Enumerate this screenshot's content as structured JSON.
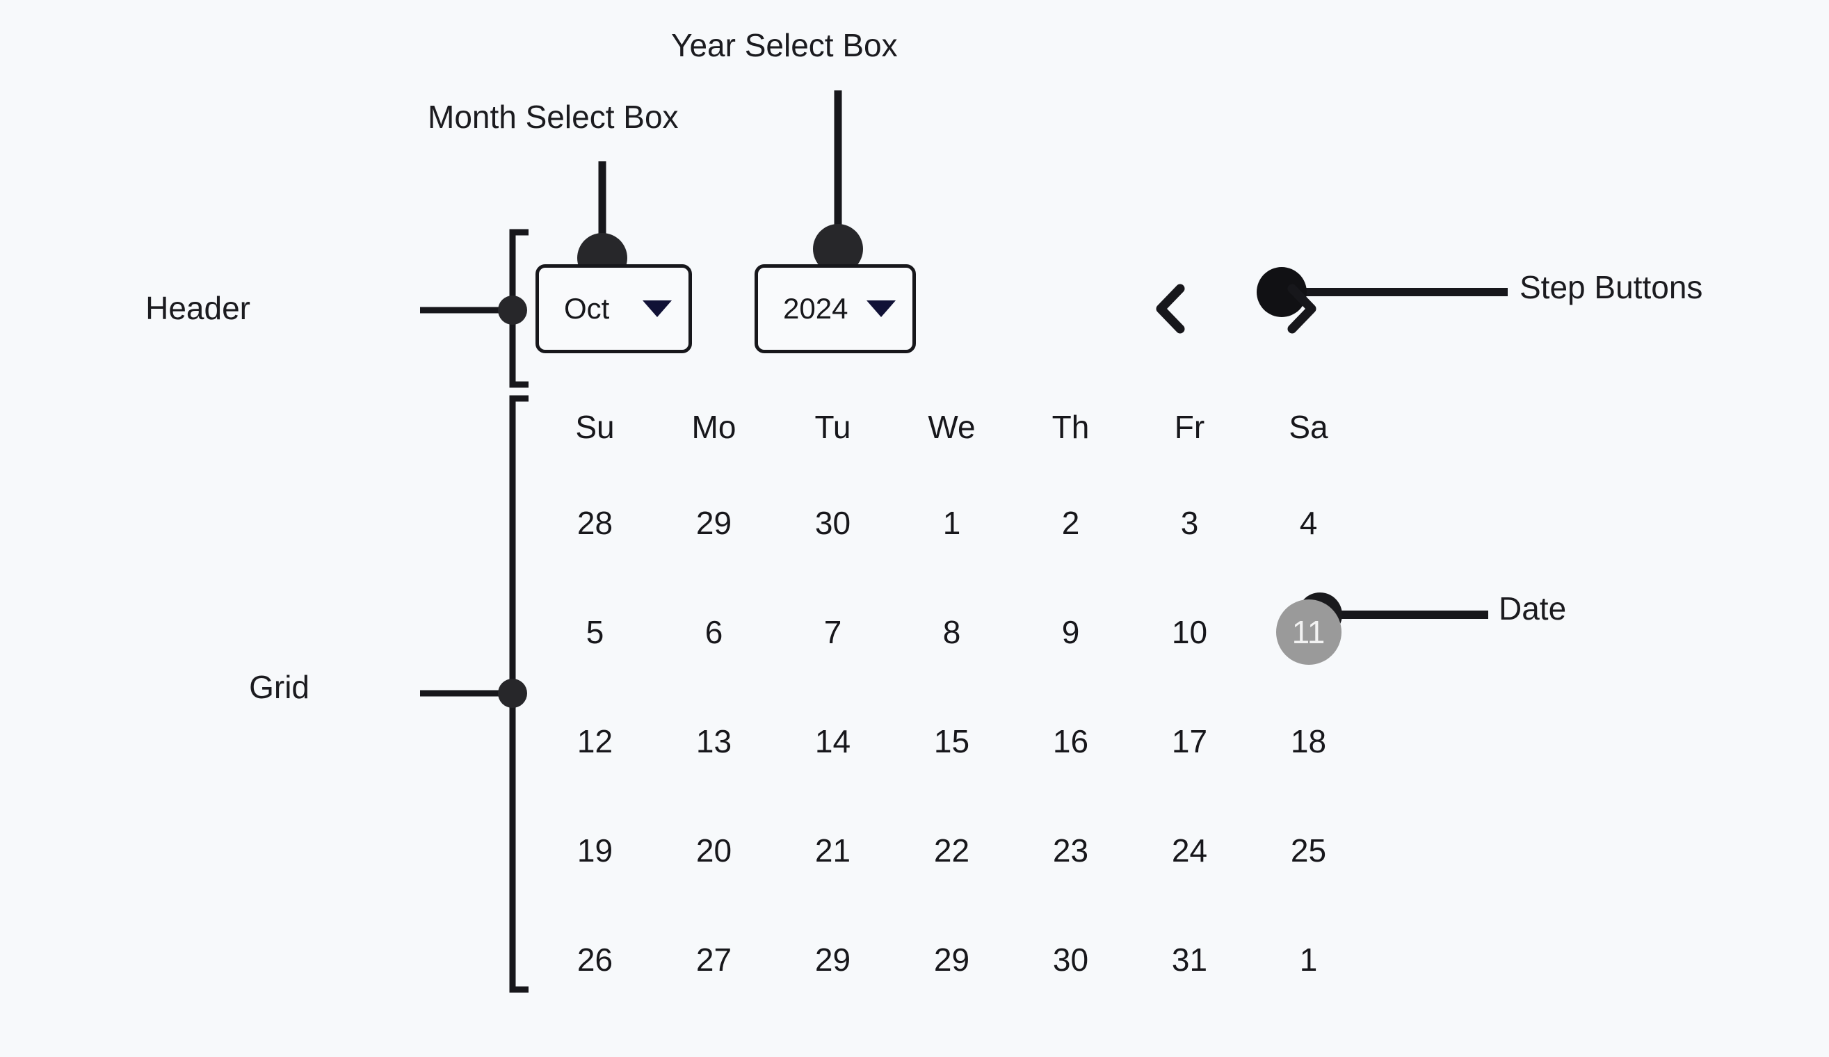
{
  "theme": {
    "background": "#f7f9fb",
    "ink": "#17171b",
    "caret": "#111136",
    "selected_bg": "#9a9a9a",
    "selected_fg": "#f2f2f2"
  },
  "annotations": {
    "month_select": "Month Select Box",
    "year_select": "Year Select Box",
    "header": "Header",
    "grid": "Grid",
    "step_buttons": "Step Buttons",
    "date": "Date"
  },
  "datepicker": {
    "header": {
      "month_value": "Oct",
      "year_value": "2024",
      "prev_icon": "chevron-left-icon",
      "next_icon": "chevron-right-icon"
    },
    "weekdays": [
      "Su",
      "Mo",
      "Tu",
      "We",
      "Th",
      "Fr",
      "Sa"
    ],
    "selected_day": "11",
    "weeks": [
      [
        "28",
        "29",
        "30",
        "1",
        "2",
        "3",
        "4"
      ],
      [
        "5",
        "6",
        "7",
        "8",
        "9",
        "10",
        "11"
      ],
      [
        "12",
        "13",
        "14",
        "15",
        "16",
        "17",
        "18"
      ],
      [
        "19",
        "20",
        "21",
        "22",
        "23",
        "24",
        "25"
      ],
      [
        "26",
        "27",
        "29",
        "29",
        "30",
        "31",
        "1"
      ]
    ]
  }
}
